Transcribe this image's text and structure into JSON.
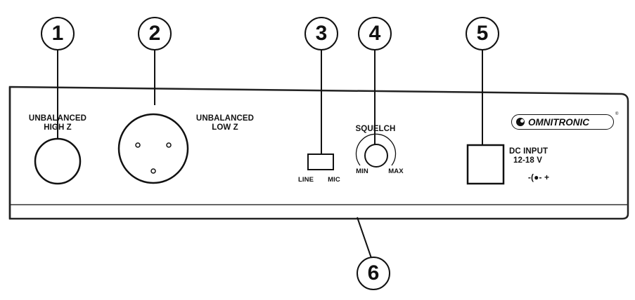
{
  "callouts": [
    "1",
    "2",
    "3",
    "4",
    "5",
    "6"
  ],
  "labels": {
    "unbalanced_high_z": [
      "UNBALANCED",
      "HIGH Z"
    ],
    "unbalanced_low_z": [
      "UNBALANCED",
      "LOW Z"
    ],
    "squelch": "SQUELCH",
    "squelch_min": "MIN",
    "squelch_max": "MAX",
    "switch_line": "LINE",
    "switch_mic": "MIC",
    "dc_input": [
      "DC INPUT",
      "12-18 V"
    ],
    "polarity": "-(●- +"
  },
  "brand": {
    "name": "OMNITRONIC",
    "trademark": "®",
    "icon": "omnitronic-logo-icon"
  },
  "colors": {
    "ink": "#111111",
    "background": "#ffffff"
  }
}
